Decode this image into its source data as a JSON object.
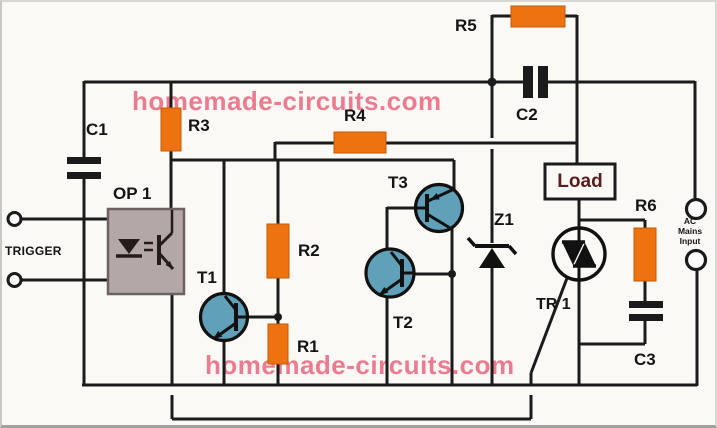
{
  "watermark": {
    "text": "homemade-circuits.com",
    "color": "#e8617a"
  },
  "components": {
    "c1": "C1",
    "c2": "C2",
    "c3": "C3",
    "r1": "R1",
    "r2": "R2",
    "r3": "R3",
    "r4": "R4",
    "r5": "R5",
    "r6": "R6",
    "t1": "T1",
    "t2": "T2",
    "t3": "T3",
    "z1": "Z1",
    "tr1": "TR 1",
    "op1": "OP 1",
    "load": "Load"
  },
  "terminals": {
    "trigger": "TRIGGER",
    "ac_line1": "AC",
    "ac_line2": "Mains",
    "ac_line3": "Input"
  },
  "colors": {
    "wire": "#1b1b1b",
    "resistor": "#ee7210",
    "transistor_fill": "#60a0b8",
    "opto_fill": "#b4a7a7",
    "load_text": "#5a1d1d",
    "watermark": "#e8617a",
    "background": "#faf9f5"
  }
}
